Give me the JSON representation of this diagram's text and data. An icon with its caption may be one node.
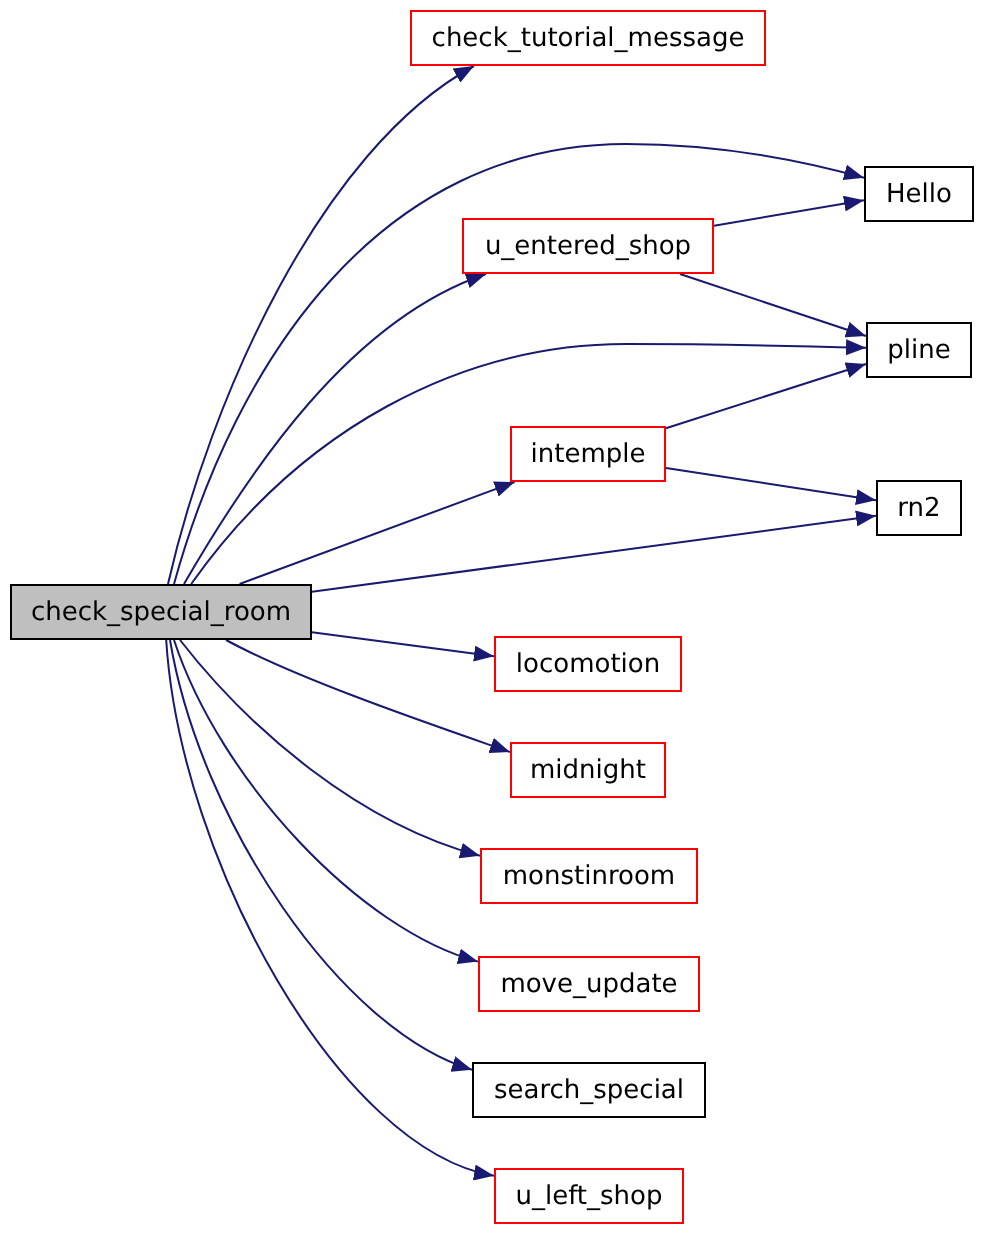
{
  "diagram": {
    "nodes": [
      {
        "text": [
          "check_special_room"
        ]
      },
      {
        "text": [
          "check_tutorial_message"
        ]
      },
      {
        "text": [
          "Hello"
        ]
      },
      {
        "text": [
          "u_entered_shop"
        ]
      },
      {
        "text": [
          "pline"
        ]
      },
      {
        "text": [
          "intemple"
        ]
      },
      {
        "text": [
          "rn2"
        ]
      },
      {
        "text": [
          "locomotion"
        ]
      },
      {
        "text": [
          "midnight"
        ]
      },
      {
        "text": [
          "monstinroom"
        ]
      },
      {
        "text": [
          "move_update"
        ]
      },
      {
        "text": [
          "search_special"
        ]
      },
      {
        "text": [
          "u_left_shop"
        ]
      }
    ],
    "edges": [
      {
        "from": 0,
        "to": 1,
        "arrow": "to"
      },
      {
        "from": 0,
        "to": 2,
        "arrow": "to"
      },
      {
        "from": 0,
        "to": 3,
        "arrow": "to"
      },
      {
        "from": 0,
        "to": 4,
        "arrow": "to"
      },
      {
        "from": 0,
        "to": 5,
        "arrow": "to"
      },
      {
        "from": 0,
        "to": 6,
        "arrow": "to"
      },
      {
        "from": 0,
        "to": 7,
        "arrow": "to"
      },
      {
        "from": 0,
        "to": 8,
        "arrow": "to"
      },
      {
        "from": 0,
        "to": 9,
        "arrow": "to"
      },
      {
        "from": 0,
        "to": 10,
        "arrow": "to"
      },
      {
        "from": 0,
        "to": 11,
        "arrow": "to"
      },
      {
        "from": 0,
        "to": 12,
        "arrow": "to"
      },
      {
        "from": 3,
        "to": 2,
        "arrow": "to"
      },
      {
        "from": 3,
        "to": 4,
        "arrow": "to"
      },
      {
        "from": 5,
        "to": 4,
        "arrow": "to"
      },
      {
        "from": 5,
        "to": 6,
        "arrow": "to"
      }
    ]
  }
}
